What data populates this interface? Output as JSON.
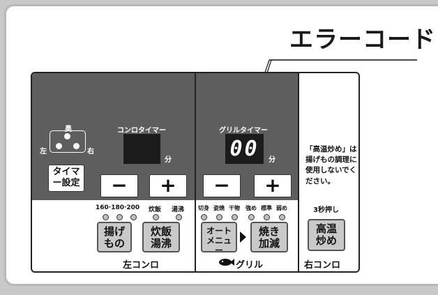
{
  "callout": {
    "label": "エラーコード"
  },
  "left_burner": {
    "burner_back": "奥",
    "burner_left": "左",
    "burner_right": "右",
    "timer_title": "コンロタイマー",
    "timer_unit": "分",
    "timer_set_button": "タイマー設定",
    "minus": "−",
    "plus": "+",
    "indicator_labels": [
      "160·180·200",
      "炊飯",
      "湯沸"
    ],
    "fry_button": "揚げもの",
    "rice_button": "炊飯湯沸",
    "section_label": "左コンロ"
  },
  "grill": {
    "timer_title": "グリルタイマー",
    "display_value": "00",
    "timer_unit": "分",
    "minus": "−",
    "plus": "+",
    "indicator_labels": [
      "切身",
      "姿焼",
      "干物",
      "強め",
      "標準",
      "弱め"
    ],
    "auto_menu_button": "オートメニュー",
    "bake_button": "焼き加減",
    "section_label": "グリル"
  },
  "right_burner": {
    "note": "「高温炒め」は揚げもの調理に使用しないでください。",
    "press_label": "3秒押し",
    "high_temp_button": "高温炒め",
    "section_label": "右コンロ"
  },
  "colors": {
    "panel_dark": "#5e5e5e",
    "display": "#1b1b1b",
    "button_gray": "#c9c9c9"
  }
}
